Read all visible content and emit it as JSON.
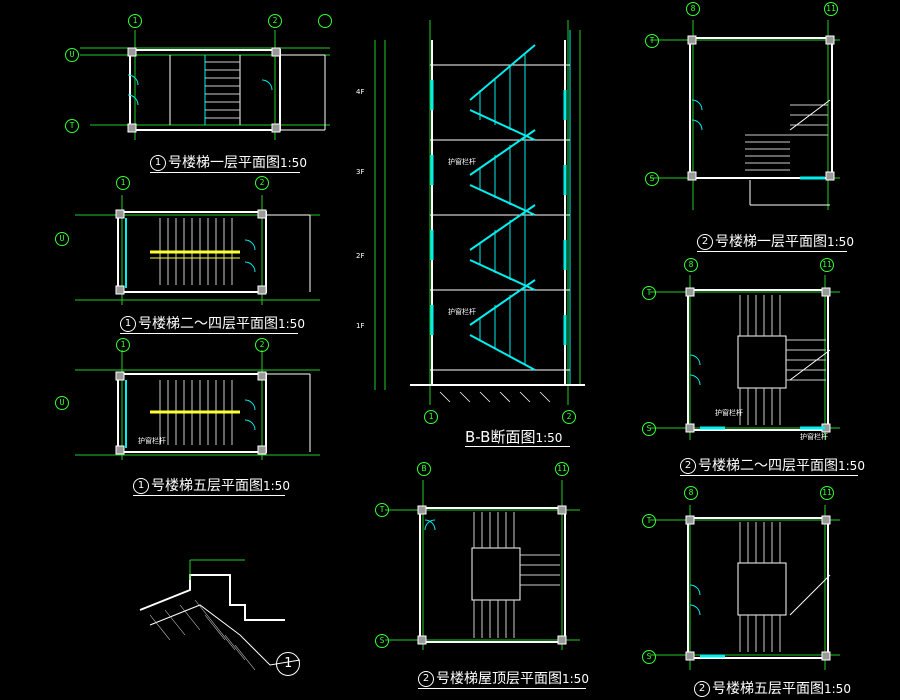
{
  "titles": {
    "p1_ground": "号楼梯一层平面图",
    "p1_mid": "号楼梯二～四层平面图",
    "p1_fifth": "号楼梯五层平面图",
    "section": "B-B断面图",
    "p2_roof": "号楼梯屋顶层平面图",
    "p2_ground": "号楼梯一层平面图",
    "p2_mid": "号楼梯二～四层平面图",
    "p2_fifth": "号楼梯五层平面图",
    "scale": "1:50",
    "stair1": "1",
    "stair2": "2"
  },
  "axis": {
    "a1": "1",
    "a2": "2",
    "aT": "T",
    "aU": "U",
    "aB": "B",
    "aS": "S",
    "a11": "11",
    "a8": "8"
  },
  "detail_bubble": "1",
  "notes": {
    "guard_rail": "护窗栏杆",
    "floor_4": "4F",
    "floor_3": "3F",
    "floor_2": "2F",
    "floor_1": "1F"
  },
  "colors": {
    "axis": "#33ff33",
    "rail": "#00e5e5",
    "wall": "#ffffff",
    "dim": "#22cc22",
    "accent": "#ffff33"
  }
}
